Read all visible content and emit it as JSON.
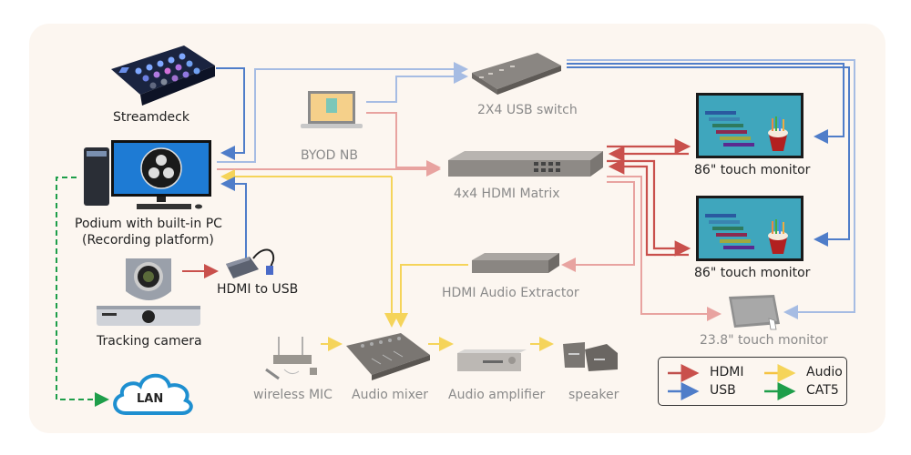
{
  "diagram": {
    "nodes": {
      "streamdeck": "Streamdeck",
      "podium_pc": "Podium with built-in PC",
      "podium_pc_sub": "(Recording platform)",
      "hdmi_to_usb": "HDMI to USB",
      "tracking_camera": "Tracking camera",
      "lan": "LAN",
      "byod_nb": "BYOD NB",
      "usb_switch": "2X4 USB switch",
      "hdmi_matrix": "4x4 HDMI Matrix",
      "audio_extractor": "HDMI Audio Extractor",
      "touch_monitor_1": "86\" touch monitor",
      "touch_monitor_2": "86\" touch monitor",
      "touch_monitor_small": "23.8\" touch monitor",
      "wireless_mic": "wireless MIC",
      "audio_mixer": "Audio mixer",
      "audio_amplifier": "Audio amplifier",
      "speaker": "speaker"
    },
    "legend": [
      {
        "label": "HDMI",
        "color": "#c0504d"
      },
      {
        "label": "Audio",
        "color": "#f5c342"
      },
      {
        "label": "USB",
        "color": "#4f7dc9"
      },
      {
        "label": "CAT5",
        "color": "#1e9e4a"
      }
    ],
    "colors": {
      "hdmi": "#c9504c",
      "hdmi_light": "#e8a3a0",
      "usb": "#4f7dc9",
      "usb_light": "#a6bce3",
      "audio": "#f5d45a",
      "cat5": "#1e9e4a",
      "lan_cloud": "#1e8fd0"
    }
  }
}
